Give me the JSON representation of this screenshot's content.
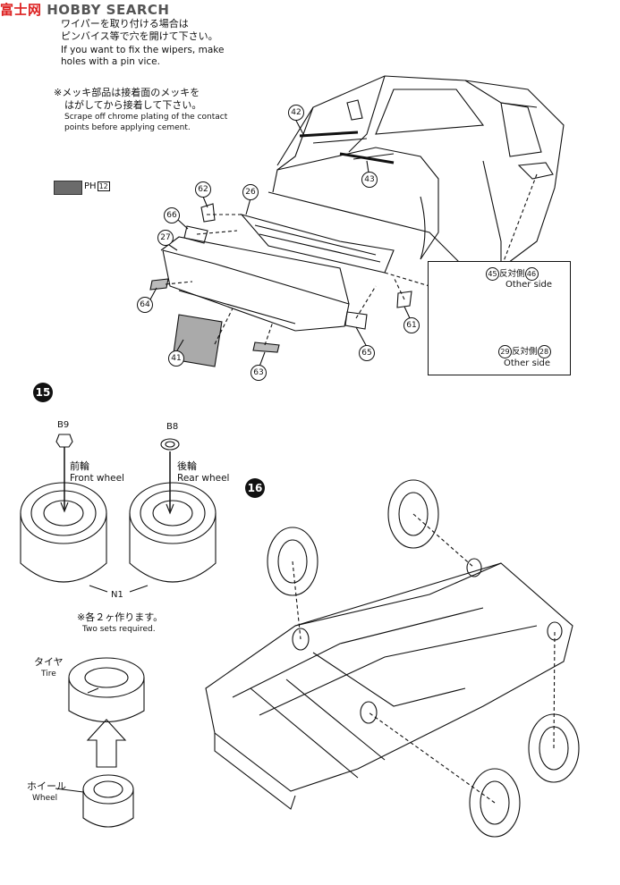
{
  "watermark": {
    "cn": "富士网",
    "en": "HOBBY SEARCH"
  },
  "step14": {
    "note1_jp_l1": "ワイパーを取り付ける場合は",
    "note1_jp_l2": "ピンバイス等で穴を開けて下さい。",
    "note1_en_l1": "If you want to fix the wipers, make",
    "note1_en_l2": "holes with a pin vice.",
    "note2_jp_l1": "※メッキ部品は接着面のメッキを",
    "note2_jp_l2": "はがしてから接着して下さい。",
    "note2_en_l1": "Scrape off chrome plating of the contact",
    "note2_en_l2": "points before applying cement.",
    "paint_label": "PH",
    "paint_num": "12",
    "parts": [
      "42",
      "43",
      "62",
      "26",
      "66",
      "27",
      "64",
      "41",
      "63",
      "65",
      "61"
    ],
    "inset": {
      "part_a": "45",
      "part_a_pair": "46",
      "pair_text": "反対側",
      "other_side_a": "Other side",
      "part_b": "29",
      "part_b_pair": "28",
      "other_side_b": "Other side"
    }
  },
  "step15": {
    "number": "15",
    "b9": "B9",
    "b8": "B8",
    "front_jp": "前輪",
    "front_en": "Front wheel",
    "rear_jp": "後輪",
    "rear_en": "Rear wheel",
    "n1": "N1",
    "two_sets_jp": "※各２ヶ作ります。",
    "two_sets_en": "Two sets required.",
    "tire_jp": "タイヤ",
    "tire_en": "Tire",
    "wheel_jp": "ホイール",
    "wheel_en": "Wheel"
  },
  "step16": {
    "number": "16"
  }
}
